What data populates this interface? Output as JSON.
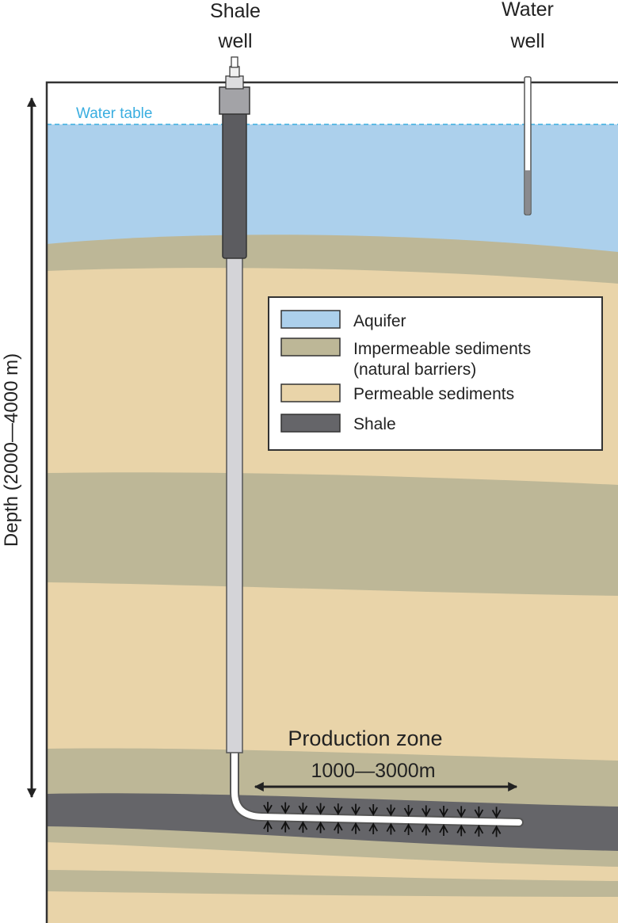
{
  "labels": {
    "shale_well_line1": "Shale",
    "shale_well_line2": "well",
    "water_well_line1": "Water",
    "water_well_line2": "well",
    "water_table": "Water table",
    "depth": "Depth (2000—4000 m)",
    "production_zone": "Production zone",
    "production_length": "1000—3000m"
  },
  "legend": {
    "items": [
      {
        "label": "Aquifer",
        "color": "#acd0ec"
      },
      {
        "label": "Impermeable sediments",
        "label2": "(natural barriers)",
        "color": "#bdb797"
      },
      {
        "label": "Permeable sediments",
        "color": "#e9d4a9"
      },
      {
        "label": "Shale",
        "color": "#656569"
      }
    ]
  },
  "colors": {
    "water_table": "#3aaee0",
    "aquifer": "#acd0ec",
    "impermeable": "#bdb797",
    "permeable": "#e9d4a9",
    "shale": "#656569",
    "casing": "#5c5c60",
    "pipe": "#d4d4d8"
  }
}
